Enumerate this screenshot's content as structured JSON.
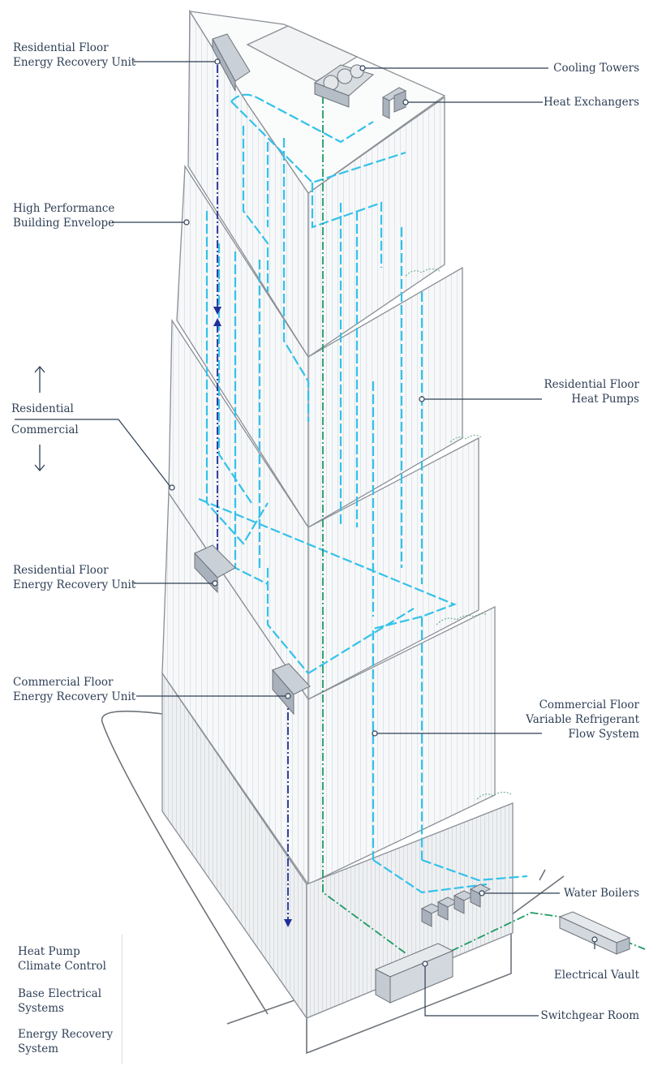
{
  "labels": {
    "res_eru_top": [
      "Residential Floor",
      "Energy Recovery Unit"
    ],
    "envelope": [
      "High Performance",
      "Building Envelope"
    ],
    "residential": "Residential",
    "commercial": "Commercial",
    "res_eru_mid": [
      "Residential Floor",
      "Energy Recovery Unit"
    ],
    "com_eru": [
      "Commercial Floor",
      "Energy Recovery Unit"
    ],
    "cooling_towers": "Cooling Towers",
    "heat_exchangers": "Heat Exchangers",
    "res_heat_pumps": [
      "Residential Floor",
      "Heat Pumps"
    ],
    "vrf": [
      "Commercial Floor",
      "Variable Refrigerant",
      "Flow System"
    ],
    "water_boilers": "Water Boilers",
    "electrical_vault": "Electrical Vault",
    "switchgear": "Switchgear Room"
  },
  "legend": {
    "heat_pump": [
      "Heat Pump",
      "Climate Control"
    ],
    "electrical": [
      "Base Electrical",
      "Systems"
    ],
    "energy_recovery": [
      "Energy Recovery",
      "System"
    ]
  },
  "colors": {
    "outline": "#8a8f96",
    "facade": "#f6f7f8",
    "heat_pump_line": "#33c2ea",
    "electrical_line": "#1f9a64",
    "energy_recovery_line": "#1f2f99",
    "label_text": "#2e3f55",
    "leader": "#2e3f55",
    "equipment": "#c9d0d8"
  }
}
